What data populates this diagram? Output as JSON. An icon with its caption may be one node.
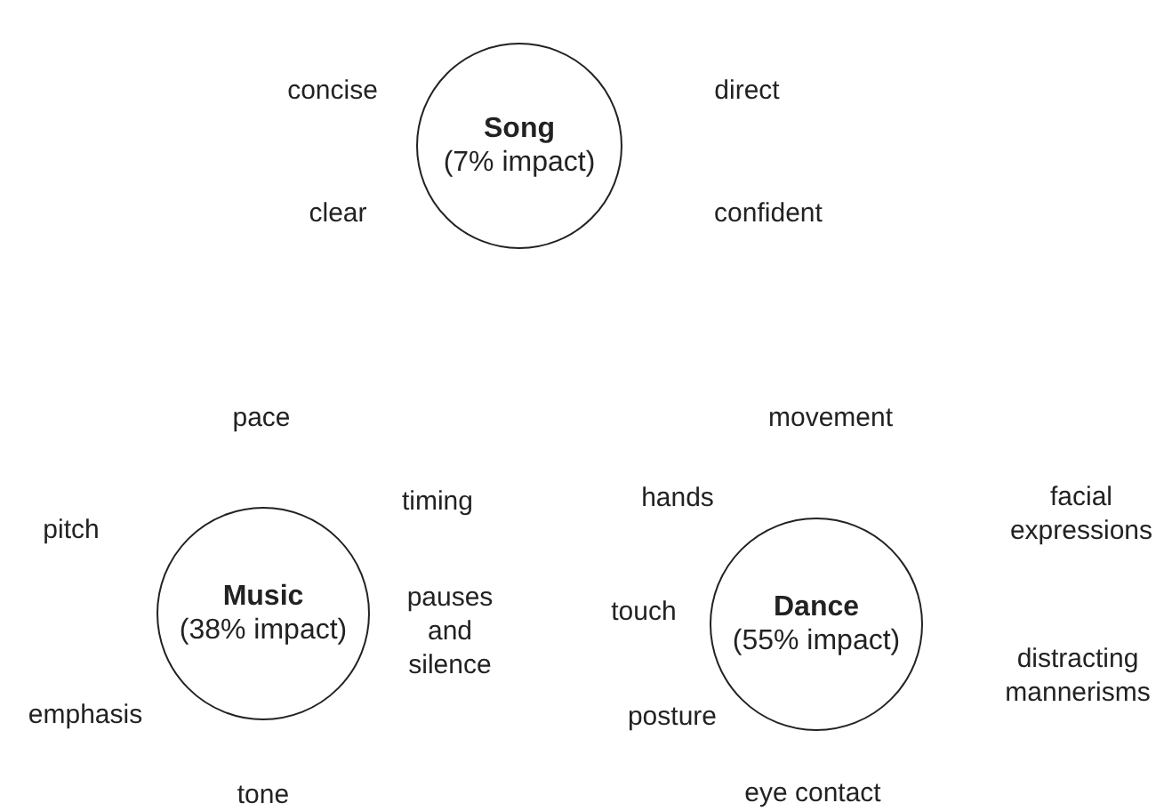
{
  "diagram": {
    "nodes": [
      {
        "text": [
          "Song",
          "(7% impact)"
        ],
        "beside": [
          "concise",
          "direct",
          "clear",
          "confident"
        ]
      },
      {
        "text": [
          "Music",
          "(38% impact)"
        ],
        "beside": [
          "pace",
          "timing",
          "pitch",
          "pauses and silence",
          "emphasis",
          "tone"
        ]
      },
      {
        "text": [
          "Dance",
          "(55% impact)"
        ],
        "beside": [
          "movement",
          "hands",
          "facial expressions",
          "touch",
          "distracting mannerisms",
          "posture",
          "eye contact"
        ]
      }
    ]
  }
}
